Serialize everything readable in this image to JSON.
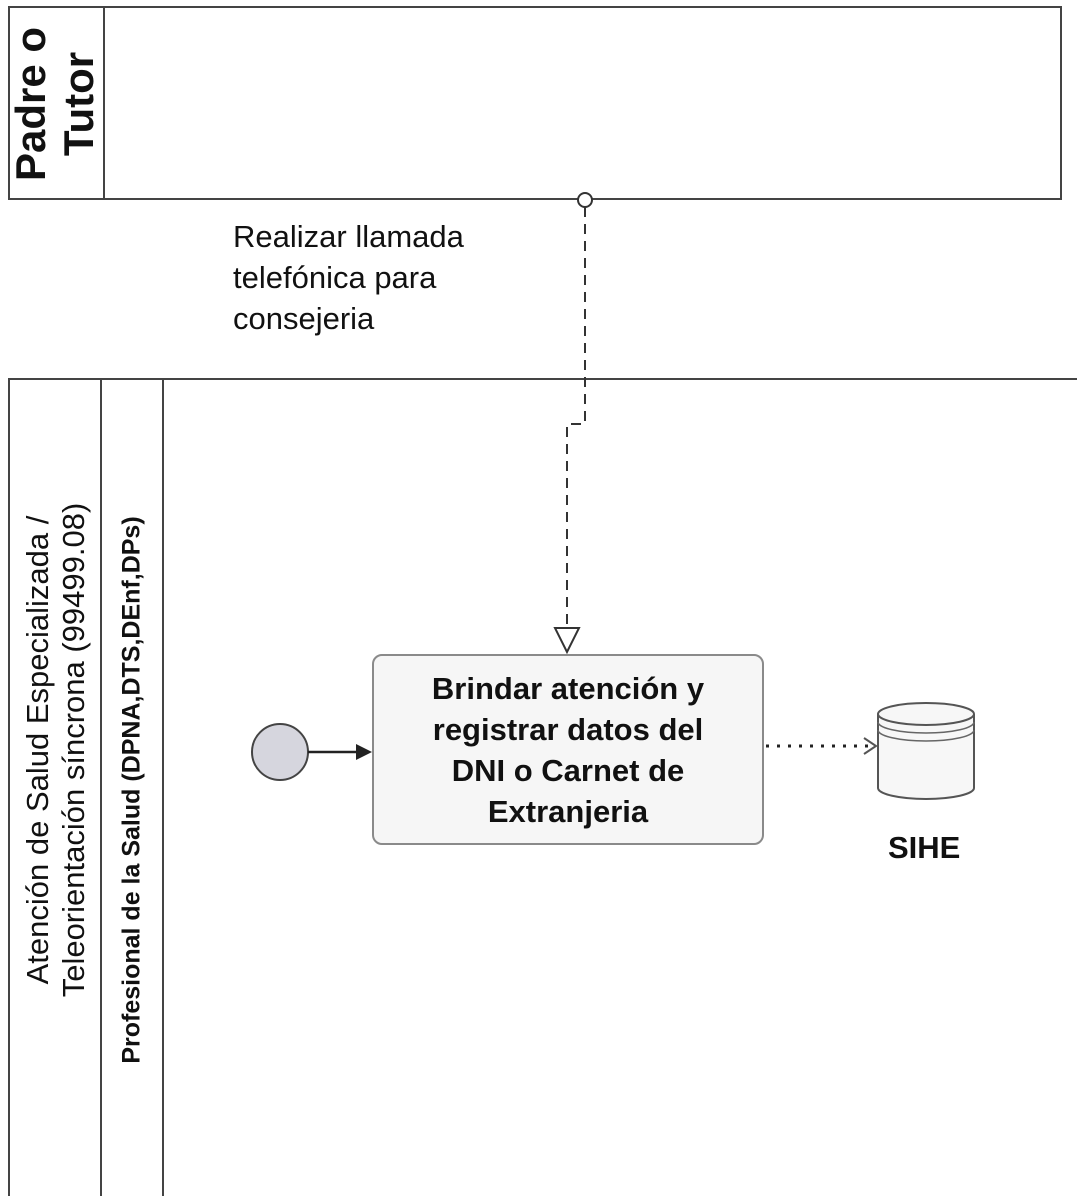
{
  "lanes": {
    "top_pool_label_lines": [
      "Padre o",
      "Tutor"
    ],
    "bottom_pool_label_lines": [
      "Atención de Salud Especializada /",
      "Teleorientación síncrona (99499.08)"
    ],
    "bottom_lane_label": "Profesional de la Salud (DPNA,DTS,DEnf,DPs)"
  },
  "message_flow": {
    "label_lines": [
      "Realizar llamada",
      "telefónica  para",
      "consejeria"
    ]
  },
  "task": {
    "label_lines": [
      "Brindar atención y",
      "registrar  datos del",
      "DNI o Carnet de",
      "Extranjeria"
    ]
  },
  "data_store": {
    "label": "SIHE"
  }
}
